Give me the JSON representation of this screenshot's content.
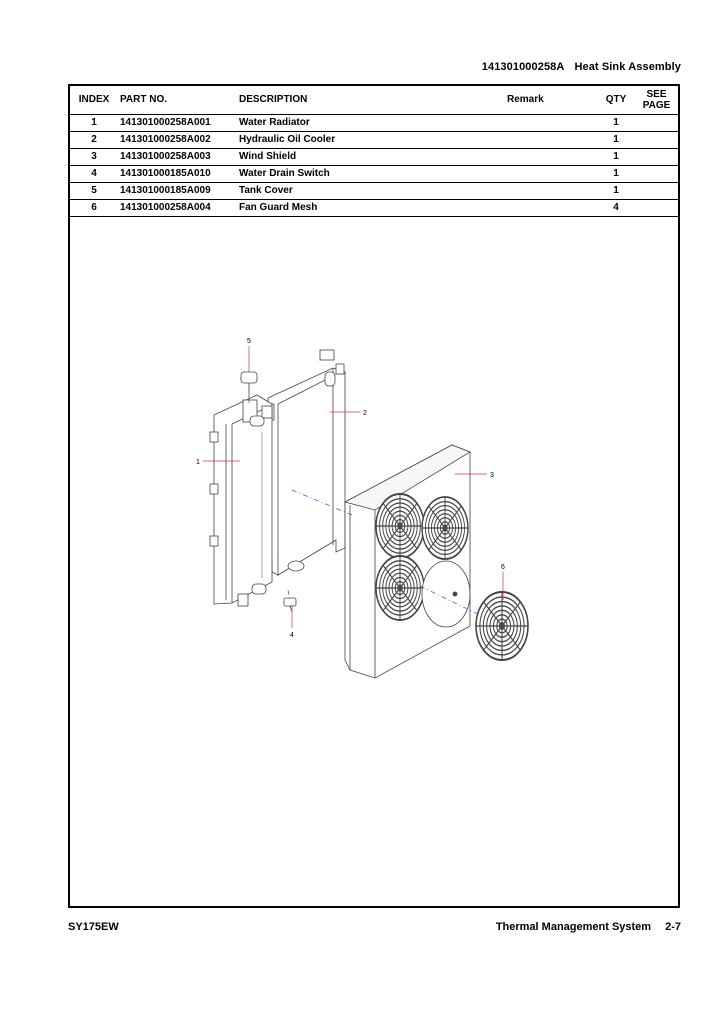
{
  "header": {
    "part_number": "141301000258A",
    "title": "Heat Sink Assembly"
  },
  "table": {
    "columns": {
      "index": "INDEX",
      "part_no": "PART NO.",
      "description": "DESCRIPTION",
      "remark": "Remark",
      "qty": "QTY",
      "see_page_line1": "SEE",
      "see_page_line2": "PAGE"
    },
    "rows": [
      {
        "index": "1",
        "part_no": "141301000258A001",
        "description": "Water Radiator",
        "remark": "",
        "qty": "1",
        "see_page": ""
      },
      {
        "index": "2",
        "part_no": "141301000258A002",
        "description": "Hydraulic Oil Cooler",
        "remark": "",
        "qty": "1",
        "see_page": ""
      },
      {
        "index": "3",
        "part_no": "141301000258A003",
        "description": "Wind Shield",
        "remark": "",
        "qty": "1",
        "see_page": ""
      },
      {
        "index": "4",
        "part_no": "141301000185A010",
        "description": "Water Drain Switch",
        "remark": "",
        "qty": "1",
        "see_page": ""
      },
      {
        "index": "5",
        "part_no": "141301000185A009",
        "description": "Tank Cover",
        "remark": "",
        "qty": "1",
        "see_page": ""
      },
      {
        "index": "6",
        "part_no": "141301000258A004",
        "description": "Fan Guard Mesh",
        "remark": "",
        "qty": "4",
        "see_page": ""
      }
    ]
  },
  "drawing": {
    "callouts": [
      "1",
      "2",
      "3",
      "4",
      "5",
      "6"
    ],
    "line_color": "#444444",
    "leader_color": "#e0303a",
    "axis_color": "#3050d0"
  },
  "footer": {
    "model": "SY175EW",
    "section": "Thermal Management System",
    "page": "2-7"
  }
}
